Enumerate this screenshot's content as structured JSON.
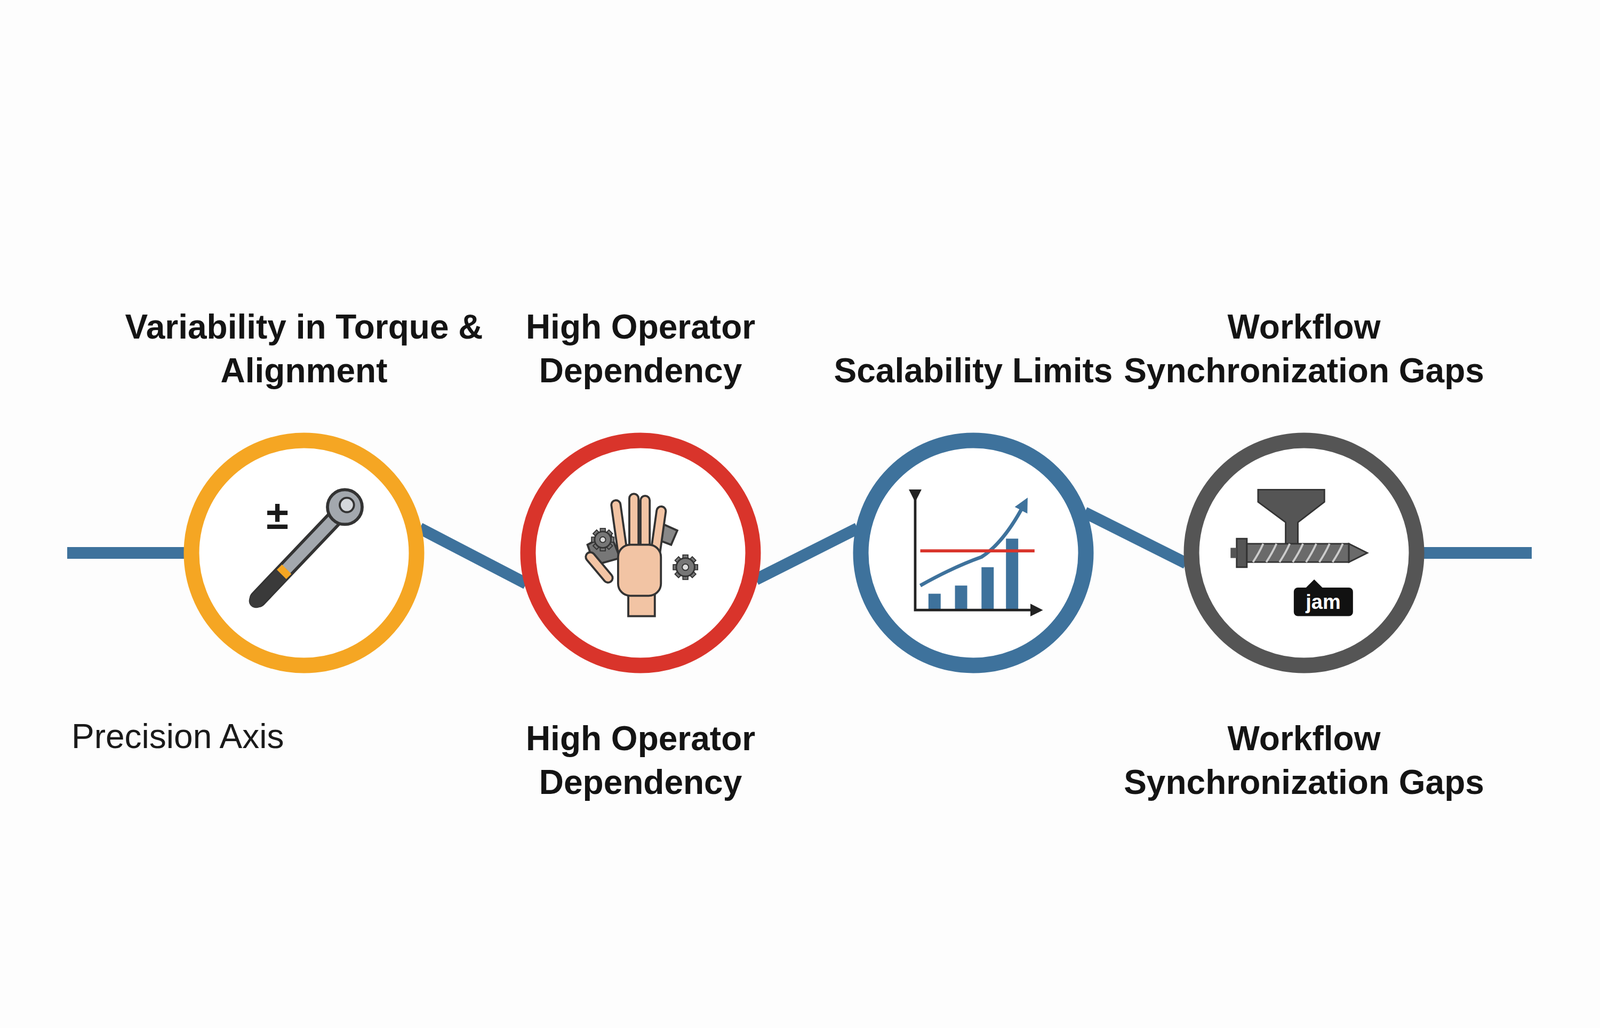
{
  "diagram": {
    "nodes": [
      {
        "text": [
          "Variability in Torque & Alignment"
        ]
      },
      {
        "text": [
          "High Operator Dependency",
          "High Operator Dependency"
        ]
      },
      {
        "text": [
          "Scalability Limits"
        ]
      },
      {
        "text": [
          "Workflow Synchronization Gaps",
          "Workflow Synchronization Gaps"
        ]
      }
    ],
    "edges": [
      {
        "from": 0,
        "to": 1,
        "arrow": "none"
      },
      {
        "from": 1,
        "to": 2,
        "arrow": "none"
      },
      {
        "from": 2,
        "to": 3,
        "arrow": "none"
      }
    ],
    "labels": [
      "Precision Axis",
      "±",
      "jam"
    ]
  }
}
